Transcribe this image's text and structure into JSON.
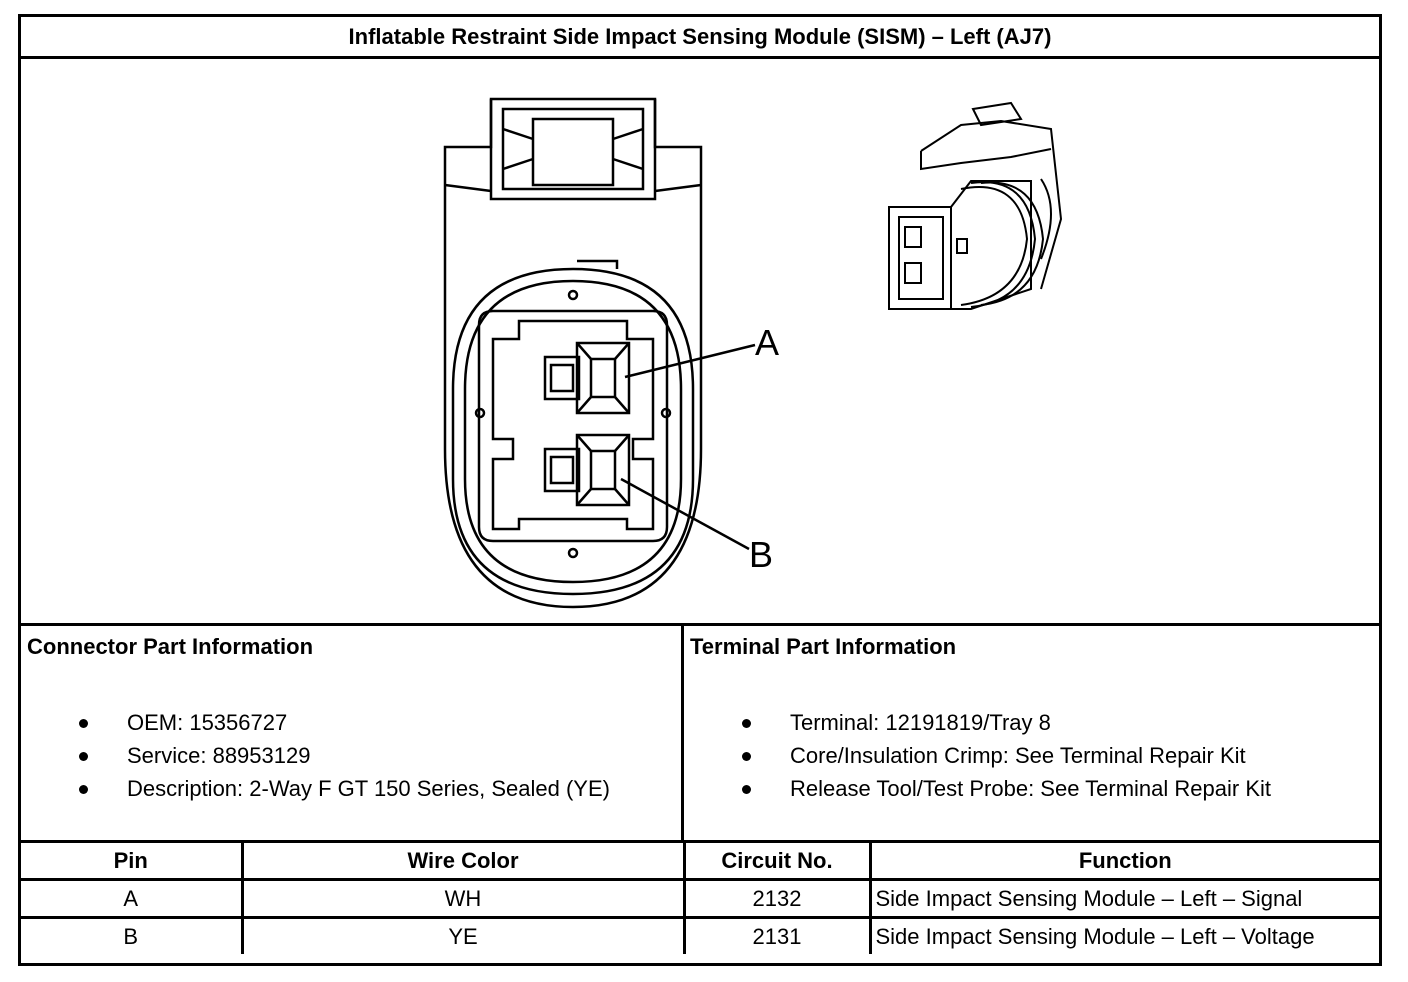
{
  "title": "Inflatable Restraint Side Impact Sensing Module (SISM) – Left (AJ7)",
  "diagram": {
    "pin_labels": [
      "A",
      "B"
    ]
  },
  "connector_info": {
    "heading": "Connector Part Information",
    "items": [
      "OEM: 15356727",
      "Service: 88953129",
      "Description: 2-Way F GT 150 Series, Sealed (YE)"
    ]
  },
  "terminal_info": {
    "heading": "Terminal Part Information",
    "items": [
      "Terminal: 12191819/Tray 8",
      "Core/Insulation Crimp: See Terminal Repair Kit",
      "Release Tool/Test Probe: See Terminal Repair Kit"
    ]
  },
  "pin_table": {
    "headers": [
      "Pin",
      "Wire Color",
      "Circuit No.",
      "Function"
    ],
    "rows": [
      [
        "A",
        "WH",
        "2132",
        "Side Impact Sensing Module – Left – Signal"
      ],
      [
        "B",
        "YE",
        "2131",
        "Side Impact Sensing Module – Left – Voltage"
      ]
    ]
  }
}
